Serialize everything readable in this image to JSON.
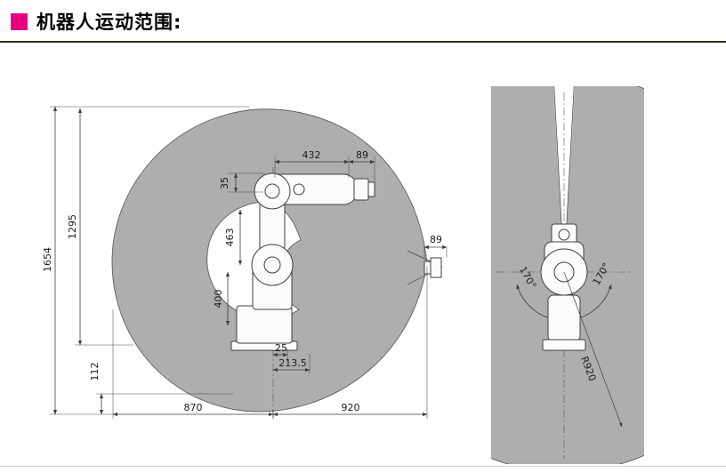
{
  "header": {
    "title": "机器人运动范围:",
    "accent_color": "#e50080",
    "rule_color": "#2f2f26"
  },
  "diagram": {
    "colors": {
      "work_envelope_gray": "#aeaeae",
      "line_color": "#3c3c3c",
      "bottom_rule": "#d4d4c6"
    },
    "side_view": {
      "labels": {
        "w432": "432",
        "w89_top": "89",
        "h35": "35",
        "h1295": "1295",
        "h463": "463",
        "h1654": "1654",
        "h400": "400",
        "h112": "112",
        "w25": "25",
        "w213_5": "213.5",
        "w870": "870",
        "w920": "920",
        "w89_side": "89"
      }
    },
    "top_view": {
      "labels": {
        "angle_left": "170°",
        "angle_right": "170°",
        "radius": "R920"
      }
    }
  }
}
